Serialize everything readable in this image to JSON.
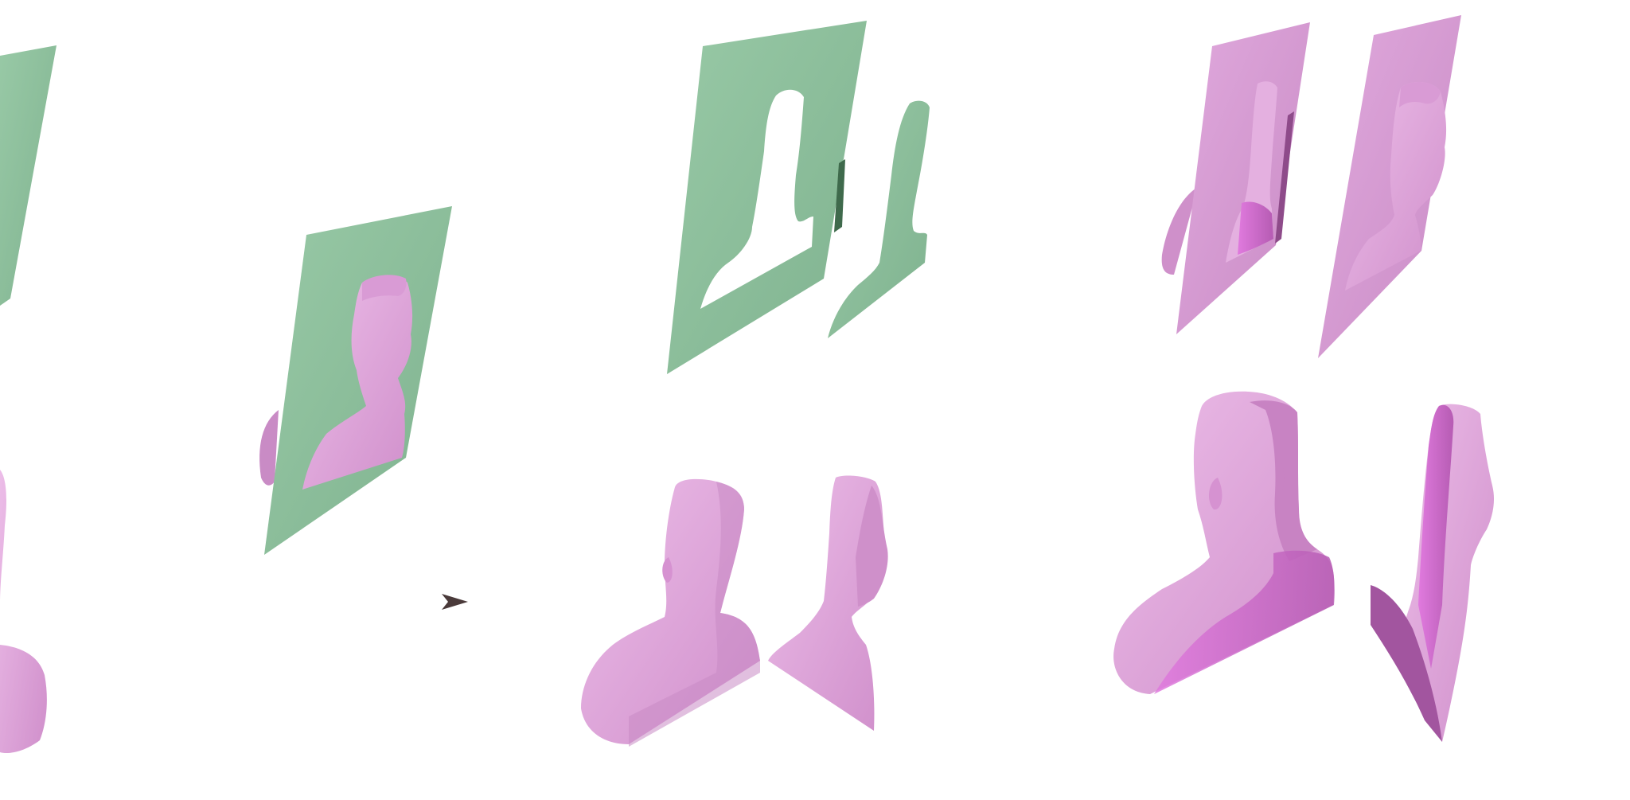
{
  "figure": {
    "colors": {
      "background": "#ffffff",
      "plane_green": "#8ec29c",
      "plane_green_dark": "#78ad88",
      "plane_pink": "#d79ad3",
      "plane_pink_light": "#e4b6e0",
      "bust_pink": "#e2a7dc",
      "bust_shadow": "#c585c0",
      "cut_face": "#d06bd0",
      "arrow": "#4a3a3a"
    },
    "panels": [
      {
        "id": "input-plane",
        "plane_color": "green"
      },
      {
        "id": "green-plane-with-bust",
        "plane_color": "green"
      },
      {
        "id": "arrow",
        "icon": "right-arrow-icon"
      },
      {
        "id": "split-plane-cutouts",
        "plane_color": "green"
      },
      {
        "id": "split-bust-halves",
        "material": "pink"
      },
      {
        "id": "pink-planes-with-bust",
        "plane_color": "pink"
      },
      {
        "id": "cut-bust-halves",
        "material": "pink"
      }
    ]
  }
}
